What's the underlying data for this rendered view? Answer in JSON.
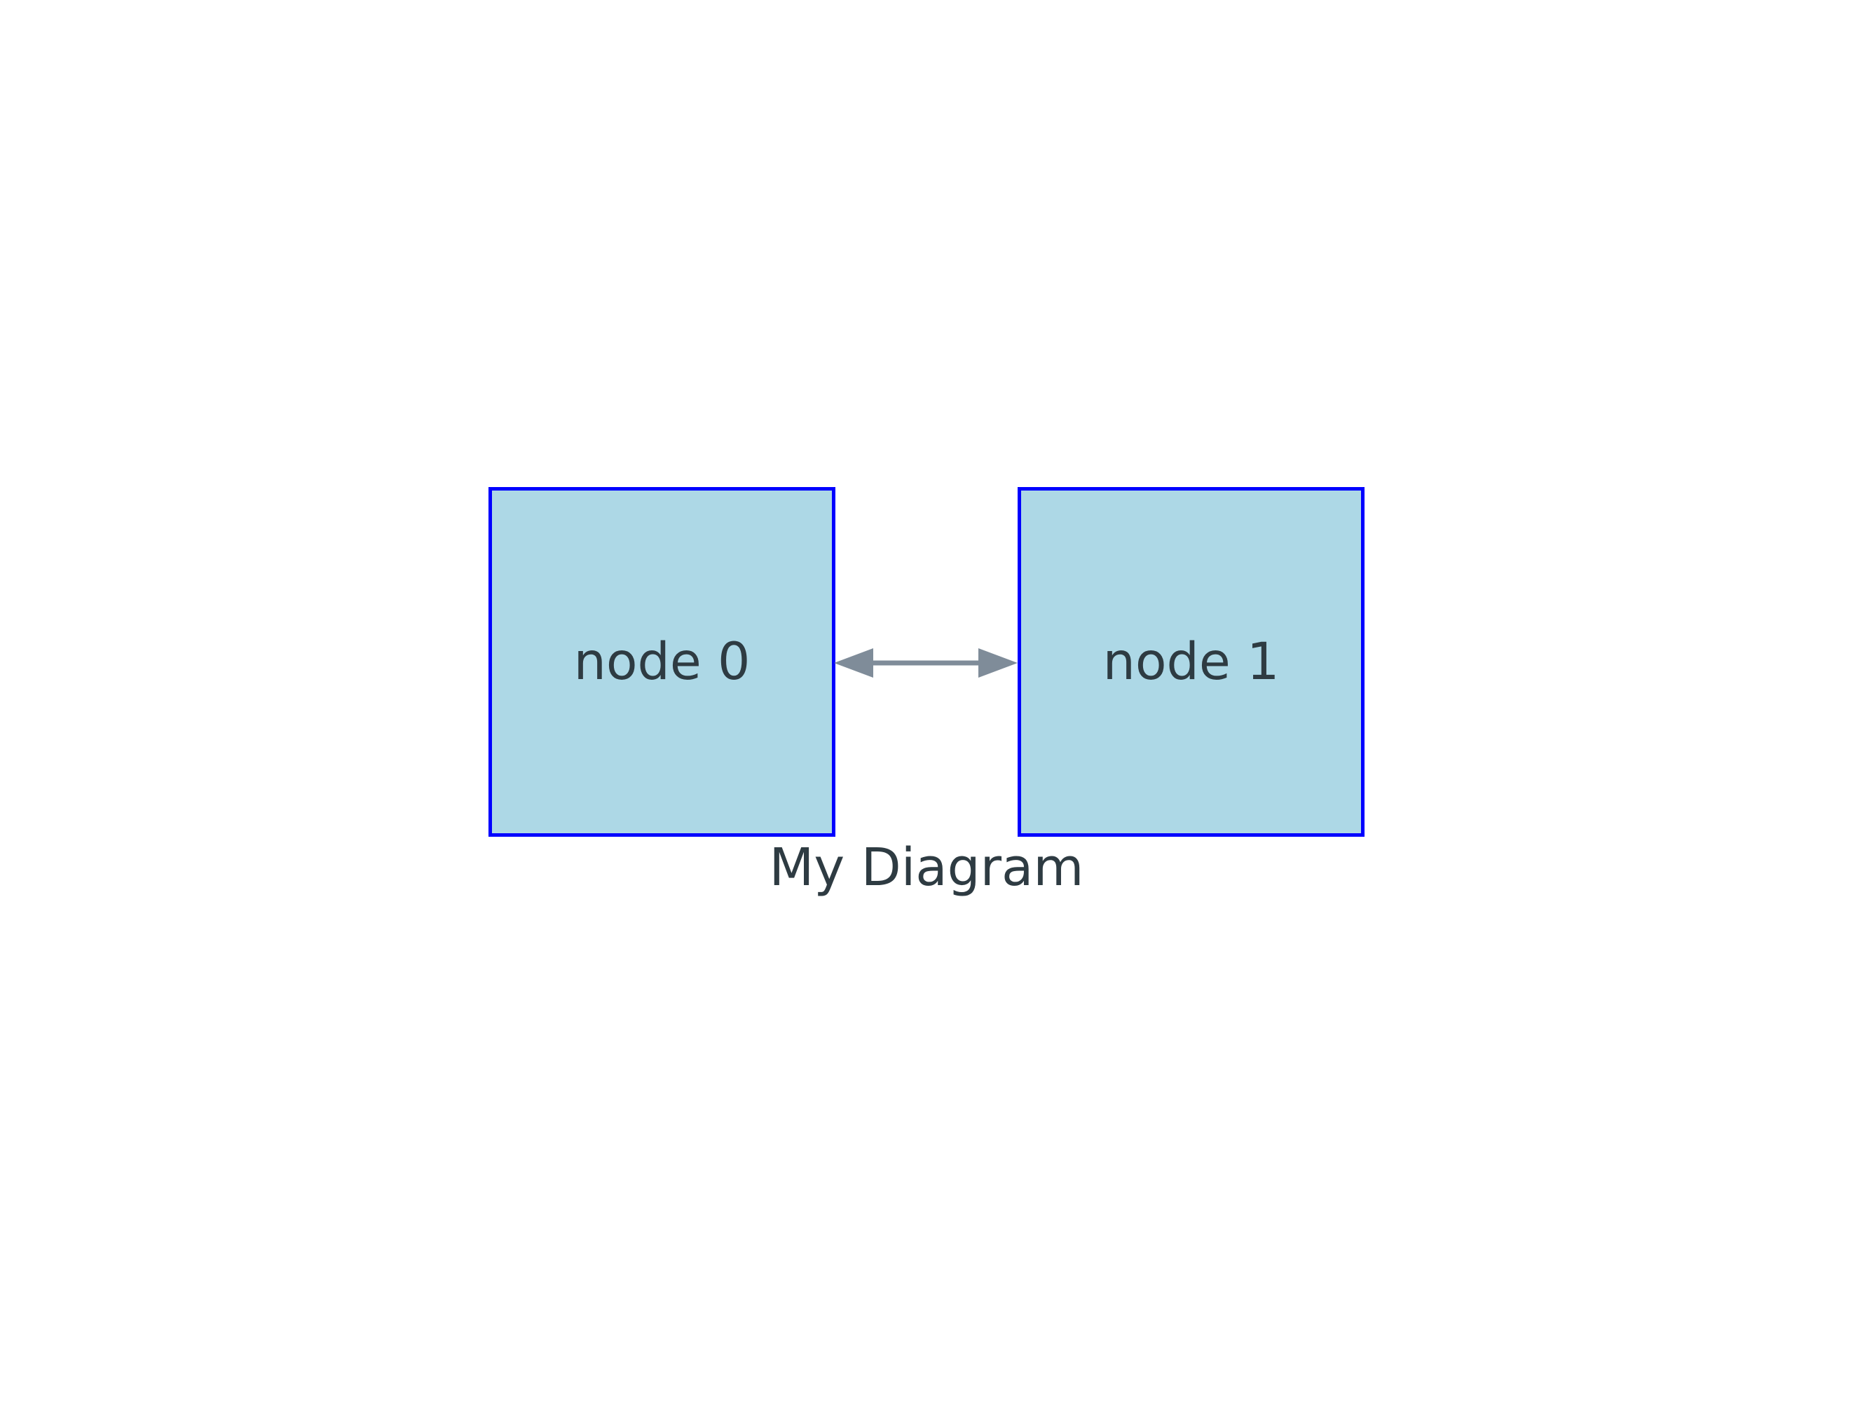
{
  "diagram": {
    "title": "My Diagram",
    "nodes": [
      {
        "label": "node 0"
      },
      {
        "label": "node 1"
      }
    ],
    "edges": [
      {
        "from": "node 0",
        "to": "node 1",
        "direction": "bidirectional",
        "style": "double-headed-arrow"
      }
    ],
    "colors": {
      "background": "#ffffff",
      "node_fill": "#add8e6",
      "node_border": "#0000ff",
      "arrow": "#7f8c99",
      "text": "#2e3b42"
    }
  }
}
